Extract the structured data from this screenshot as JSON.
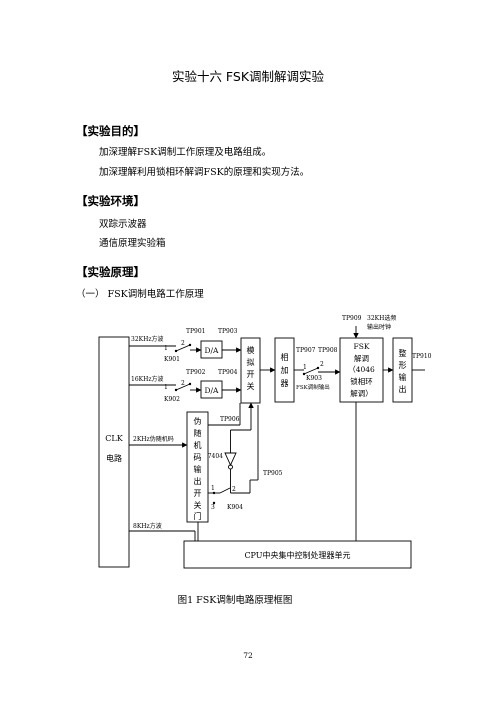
{
  "page": {
    "title": "实验十六 FSK调制解调实验",
    "sections": {
      "purpose_heading": "【实验目的】",
      "purpose_items": [
        "加深理解FSK调制工作原理及电路组成。",
        "加深理解利用锁相环解调FSK的原理和实现方法。"
      ],
      "env_heading": "【实验环境】",
      "env_items": [
        "双踪示波器",
        "通信原理实验箱"
      ],
      "principle_heading": "【实验原理】",
      "subsection": "（一）  FSK调制电路工作原理"
    },
    "caption": "图1   FSK调制电路原理框图",
    "page_number": "72"
  },
  "diagram": {
    "clk_line1": "CLK",
    "clk_line2": "电路",
    "sig_32k": "32KHz方波",
    "sig_16k": "16KHz方波",
    "sig_2k": "2KHz伪随机码",
    "sig_8k": "8KHz方波",
    "tp901": "TP901",
    "tp902": "TP902",
    "tp903": "TP903",
    "tp904": "TP904",
    "tp905": "TP905",
    "tp906": "TP906",
    "tp907": "TP907",
    "tp908": "TP908",
    "tp909": "TP909",
    "tp910": "TP910",
    "k901": "K901",
    "k902": "K902",
    "k903": "K903",
    "k904": "K904",
    "sw_1": "1",
    "sw_2": "2",
    "sw_3": "3",
    "da": "D/A",
    "analog_switch": [
      "模",
      "拟",
      "开",
      "关"
    ],
    "adder": [
      "相",
      "加",
      "器"
    ],
    "fsk_demod": [
      "FSK",
      "解调",
      "（4046",
      "锁相环",
      "解调）"
    ],
    "shaper": [
      "整",
      "形",
      "输",
      "出"
    ],
    "prbs": [
      "伪",
      "随",
      "机",
      "码",
      "输",
      "出",
      "开",
      "关",
      "门"
    ],
    "gate_7404": "7404",
    "fsk_mod_out": "FSK调制输出",
    "clk_32kh_line1": "32KH选频",
    "clk_32kh_line2": "输出时钟",
    "cpu": "CPU中央集中控制处理器单元"
  }
}
